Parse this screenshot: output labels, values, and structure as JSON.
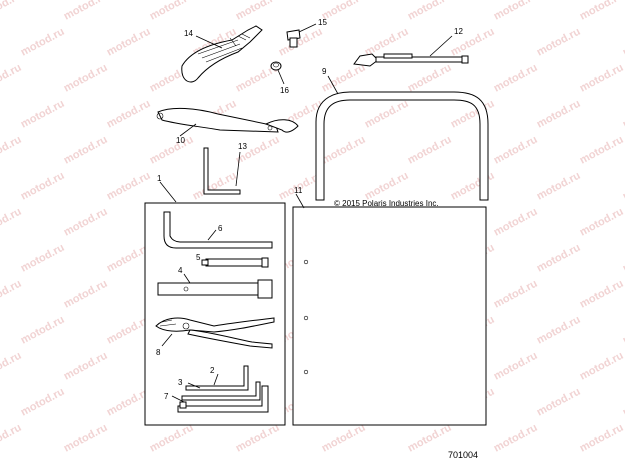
{
  "diagram": {
    "copyright": "© 2015 Polaris Industries Inc.",
    "figure_number": "701004",
    "watermark_text": "motod.ru",
    "callouts": {
      "c1": "1",
      "c2": "2",
      "c3": "3",
      "c4": "4",
      "c5": "5",
      "c6": "6",
      "c7": "7",
      "c8": "8",
      "c9": "9",
      "c10": "10",
      "c11": "11",
      "c12": "12",
      "c13": "13",
      "c14": "14",
      "c15": "15",
      "c16": "16"
    },
    "colors": {
      "line": "#000000",
      "watermark": "#f1d3d3",
      "background": "#ffffff"
    }
  }
}
